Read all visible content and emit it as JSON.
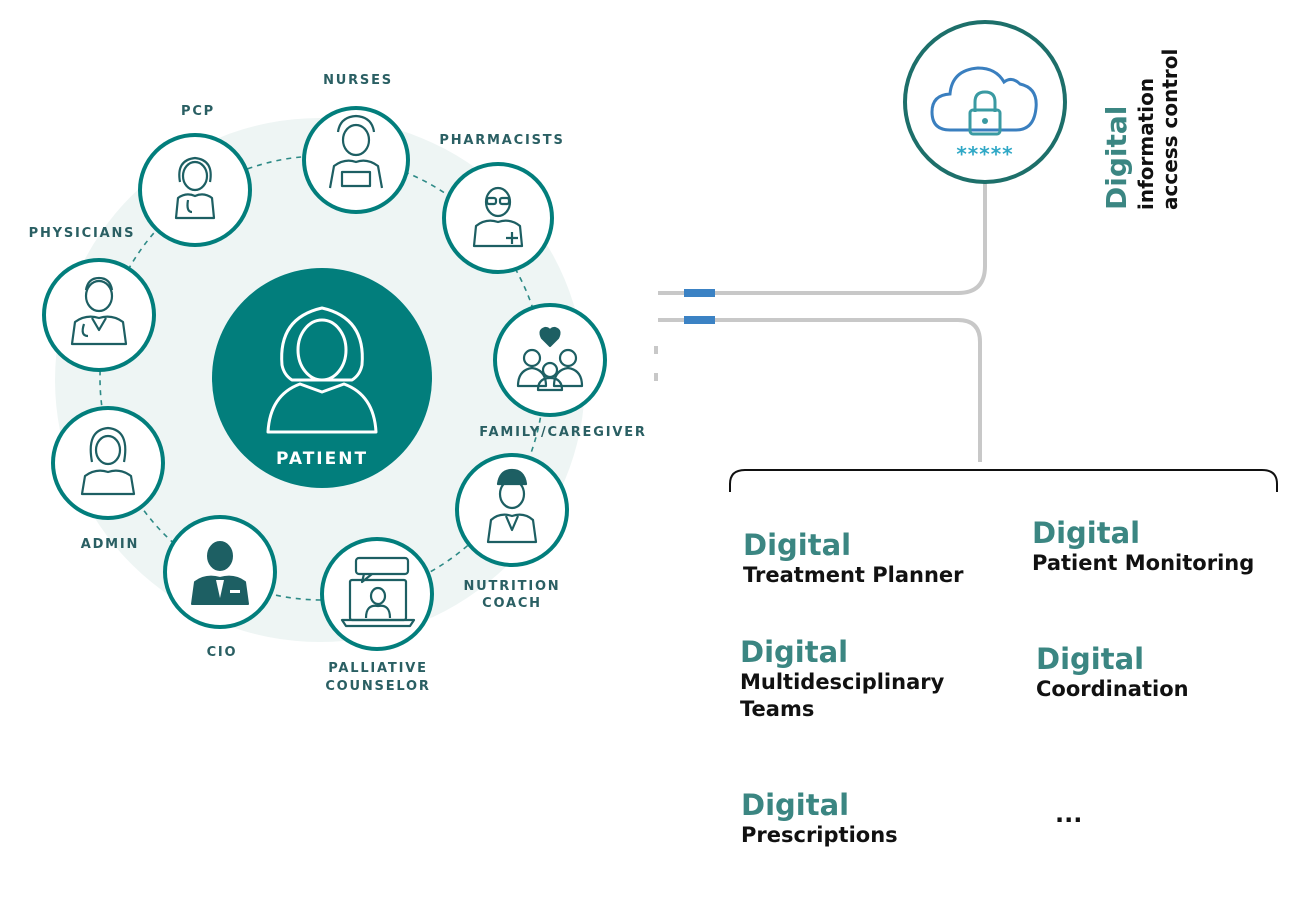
{
  "center": {
    "label": "PATIENT"
  },
  "roles": [
    {
      "id": "nurses",
      "label": "NURSES"
    },
    {
      "id": "pharmacists",
      "label": "PHARMACISTS"
    },
    {
      "id": "pcp",
      "label": "PCP"
    },
    {
      "id": "physicians",
      "label": "PHYSICIANS"
    },
    {
      "id": "family",
      "label": "FAMILY/CAREGIVER"
    },
    {
      "id": "admin",
      "label": "ADMIN"
    },
    {
      "id": "nutrition",
      "label1": "NUTRITION",
      "label2": "COACH"
    },
    {
      "id": "cio",
      "label": "CIO"
    },
    {
      "id": "palliative",
      "label1": "PALLIATIVE",
      "label2": "COUNSELOR"
    }
  ],
  "access": {
    "word": "Digital",
    "line1": "information",
    "line2": "access control",
    "asterisks": "*****"
  },
  "features": [
    {
      "word": "Digital",
      "title": "Treatment Planner"
    },
    {
      "word": "Digital",
      "title": "Patient Monitoring"
    },
    {
      "word": "Digital",
      "title1": "Multidesciplinary",
      "title2": "Teams"
    },
    {
      "word": "Digital",
      "title": "Coordination"
    },
    {
      "word": "Digital",
      "title": "Prescriptions"
    }
  ],
  "ellipsis": "...",
  "colors": {
    "teal": "#027e7c",
    "teal_dark": "#1d5f63",
    "halo": "#eef5f4",
    "connector_grey": "#c8c8c8",
    "connector_blue": "#3b82c4",
    "digital_text": "#3b8682"
  }
}
